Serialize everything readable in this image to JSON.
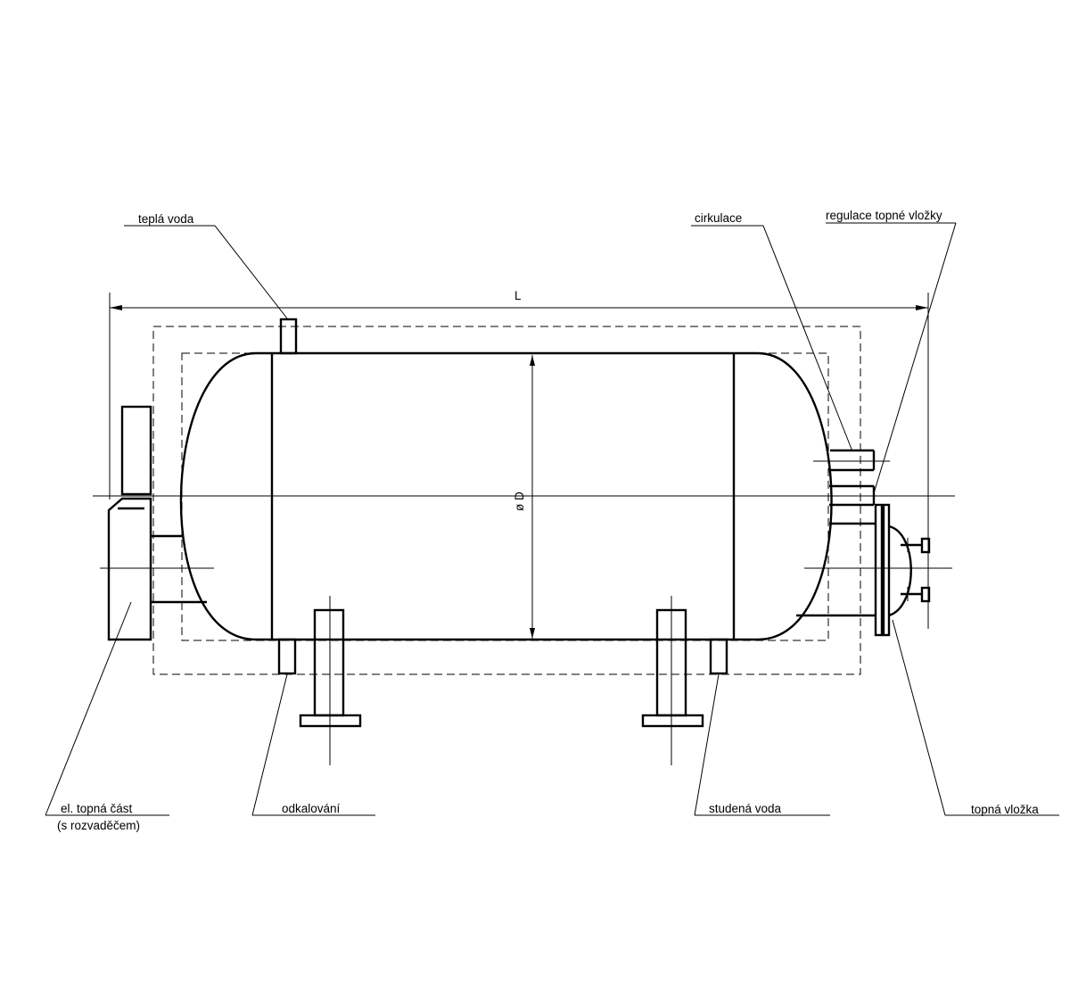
{
  "labels": {
    "hot_water": "teplá voda",
    "circulation": "cirkulace",
    "heating_insert_control": "regulace topné vložky",
    "length": "L",
    "diameter": "ø D",
    "electric_heating_part_line1": "el. topná část",
    "electric_heating_part_line2": "(s rozvaděčem)",
    "drain": "odkalování",
    "cold_water": "studená voda",
    "heating_insert": "topná vložka"
  }
}
